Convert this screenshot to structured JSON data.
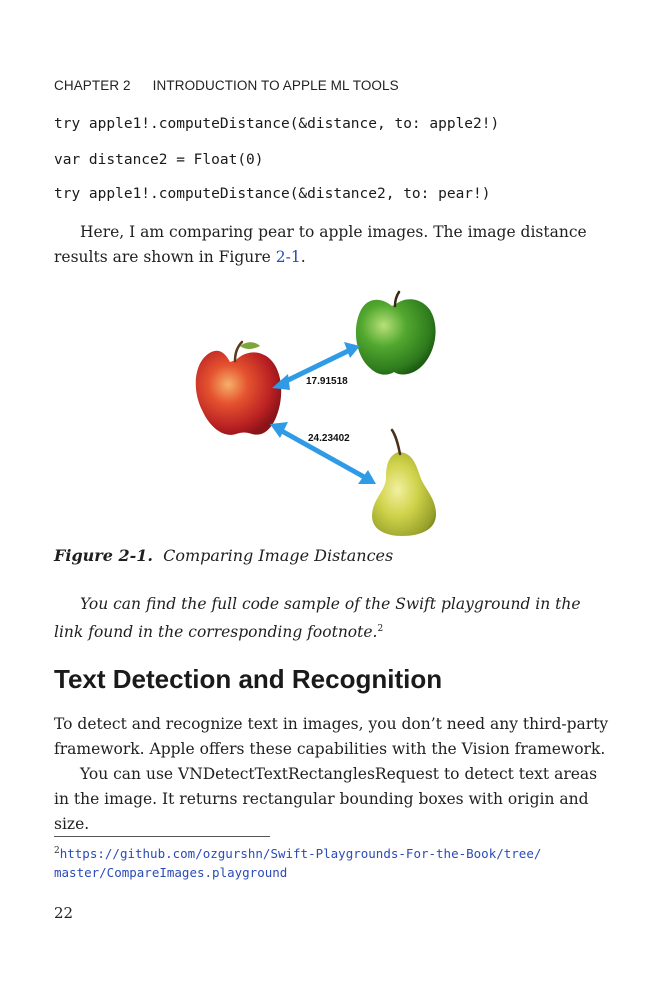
{
  "running_head": {
    "chapter": "CHAPTER 2",
    "title": "INTRODUCTION TO APPLE ML TOOLS"
  },
  "code_lines": [
    "try apple1!.computeDistance(&distance, to: apple2!)",
    "var distance2 = Float(0)",
    "try apple1!.computeDistance(&distance2, to: pear!)"
  ],
  "intro": {
    "text_before": "Here, I am comparing pear to apple images. The image distance results are shown in Figure ",
    "figure_ref": "2-1",
    "text_after": "."
  },
  "figure": {
    "label_top": "17.91518",
    "label_bottom": "24.23402",
    "colors": {
      "arrow": "#2f9be6",
      "red_apple": "#d63a2e",
      "green_apple": "#3f9a2a",
      "pear": "#c9cc4a"
    }
  },
  "caption": {
    "label": "Figure 2-1.",
    "text": "Comparing Image Distances"
  },
  "note": {
    "text": "You can find the full code sample of the Swift playground in the link found in the corresponding footnote.",
    "footnote_marker": "2"
  },
  "section": {
    "heading": "Text Detection and Recognition",
    "para1": "To detect and recognize text in images, you don’t need any third-party framework. Apple offers these capabilities with the Vision framework.",
    "para2": "You can use VNDetectTextRectanglesRequest to detect text areas in the image. It returns rectangular bounding boxes with origin and size."
  },
  "footnote": {
    "number": "2",
    "line1": "https://github.com/ozgurshn/Swift-Playgrounds-For-the-Book/tree/",
    "line2": "master/CompareImages.playground"
  },
  "page_number": "22"
}
